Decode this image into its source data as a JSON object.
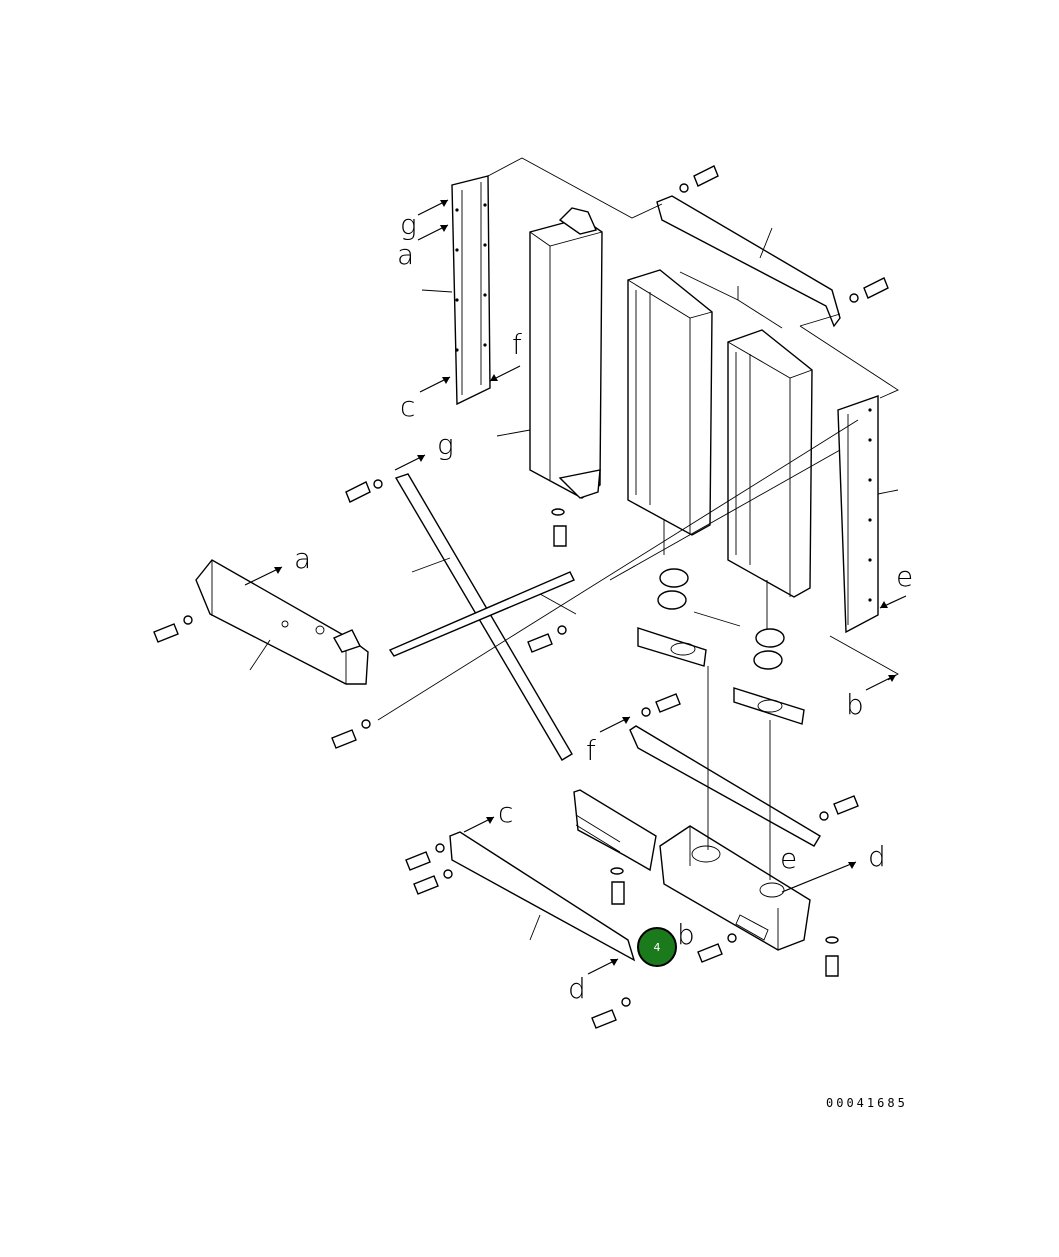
{
  "diagram": {
    "figure_number": "00041685",
    "letters": {
      "g_top": "g",
      "a_top": "a",
      "c_top": "c",
      "f_top": "f",
      "g_mid": "g",
      "a_mid": "a",
      "e_right": "e",
      "b_right": "b",
      "f_low": "f",
      "c_low": "c",
      "e_low": "e",
      "d_right": "d",
      "b_low": "b",
      "d_low": "d"
    },
    "callout": {
      "number": "4",
      "color": "#1b7a1b"
    }
  }
}
